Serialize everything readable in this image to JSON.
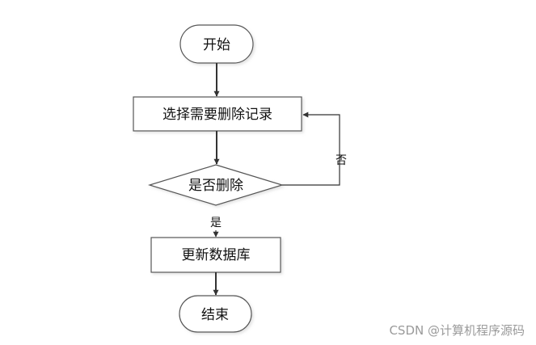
{
  "diagram": {
    "nodes": {
      "start": "开始",
      "select": "选择需要删除记录",
      "decision": "是否删除",
      "update": "更新数据库",
      "end": "结束"
    },
    "edges": {
      "yes": "是",
      "no": "否"
    }
  },
  "watermark": "CSDN @计算机程序源码"
}
